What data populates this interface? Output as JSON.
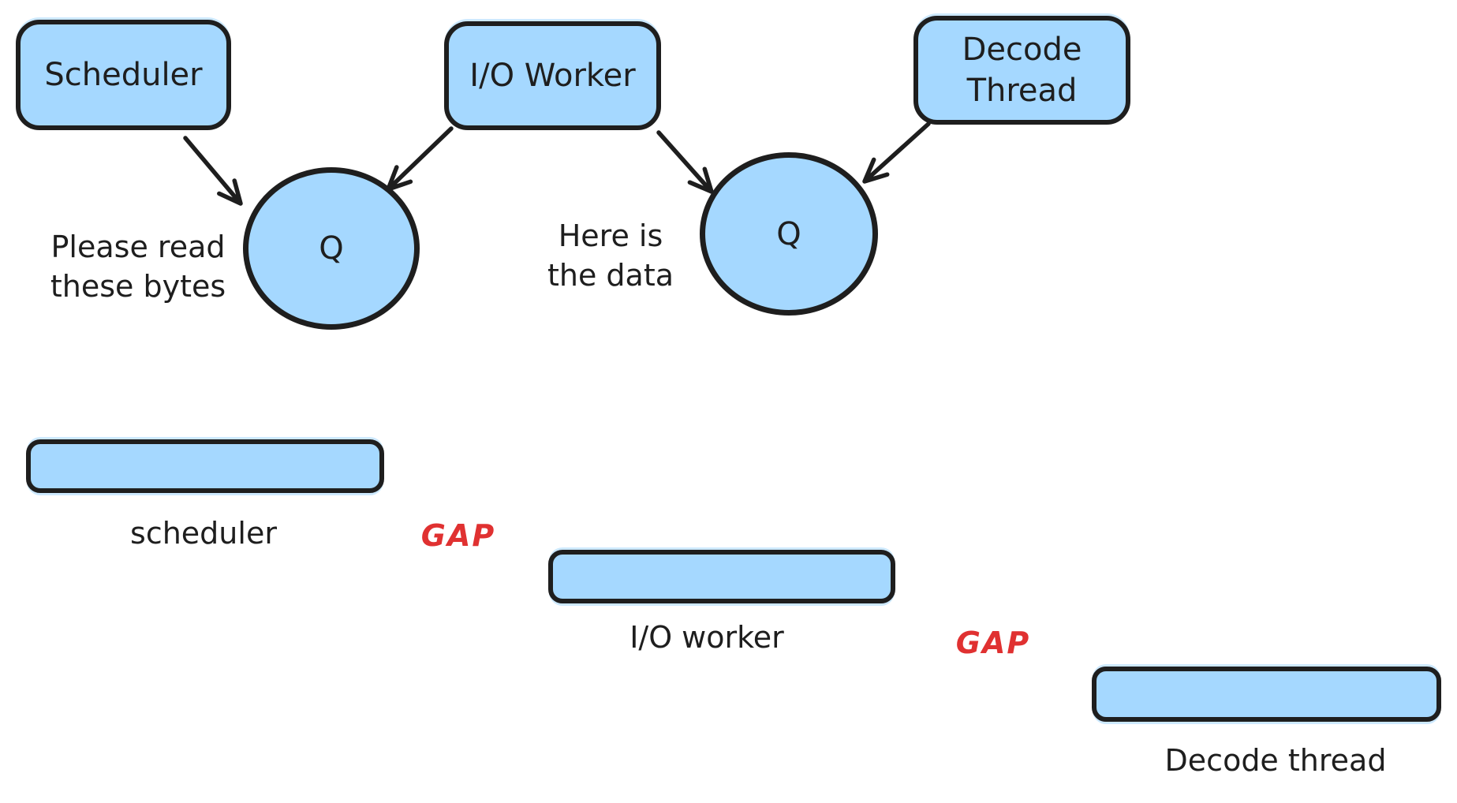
{
  "top": {
    "boxes": [
      {
        "label": "Scheduler"
      },
      {
        "label": "I/O Worker"
      },
      {
        "label": "Decode Thread"
      }
    ],
    "queues": [
      {
        "label": "Q"
      },
      {
        "label": "Q"
      }
    ],
    "annotations": [
      {
        "text": "Please read these bytes"
      },
      {
        "text": "Here is the data"
      }
    ]
  },
  "timeline": {
    "bars": [
      {
        "label": "scheduler"
      },
      {
        "label": "I/O worker"
      },
      {
        "label": "Decode thread"
      }
    ],
    "gaps": [
      {
        "label": "GAP"
      },
      {
        "label": "GAP"
      }
    ]
  },
  "colors": {
    "shape_fill": "#a5d8ff",
    "stroke": "#1e1e1e",
    "gap_text": "#e03131"
  }
}
